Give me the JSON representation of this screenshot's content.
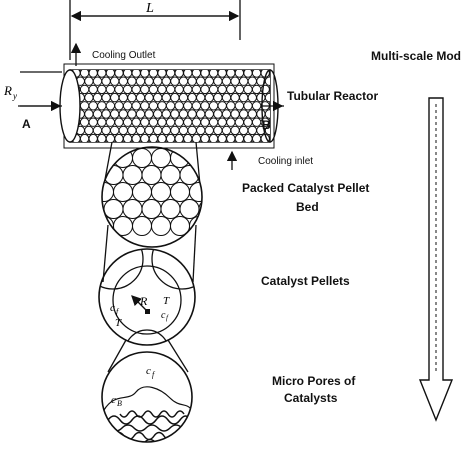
{
  "labels": {
    "length": "L",
    "radius_main": "R",
    "radius_sub": "y",
    "cooling_outlet": "Cooling Outlet",
    "cooling_inlet": "Cooling inlet",
    "point_a": "A",
    "point_b": "B",
    "title_right": "Multi-scale Mod",
    "tubular_reactor": "Tubular Reactor",
    "packed_bed_line1": "Packed Catalyst Pellet",
    "packed_bed_line2": "Bed",
    "catalyst_pellets": "Catalyst Pellets",
    "micro_pores_line1": "Micro Pores of",
    "micro_pores_line2": "Catalysts",
    "pellet_r": "R",
    "pellet_t_right": "T",
    "pellet_c_left": "c",
    "pellet_c_left_sub": "f",
    "pellet_t_left": "T",
    "pellet_c_right": "c",
    "pellet_c_right_sub": "f",
    "pore_c_top": "c",
    "pore_c_top_sub": "f",
    "pore_c_left": "c",
    "pore_c_left_sub": "B"
  }
}
